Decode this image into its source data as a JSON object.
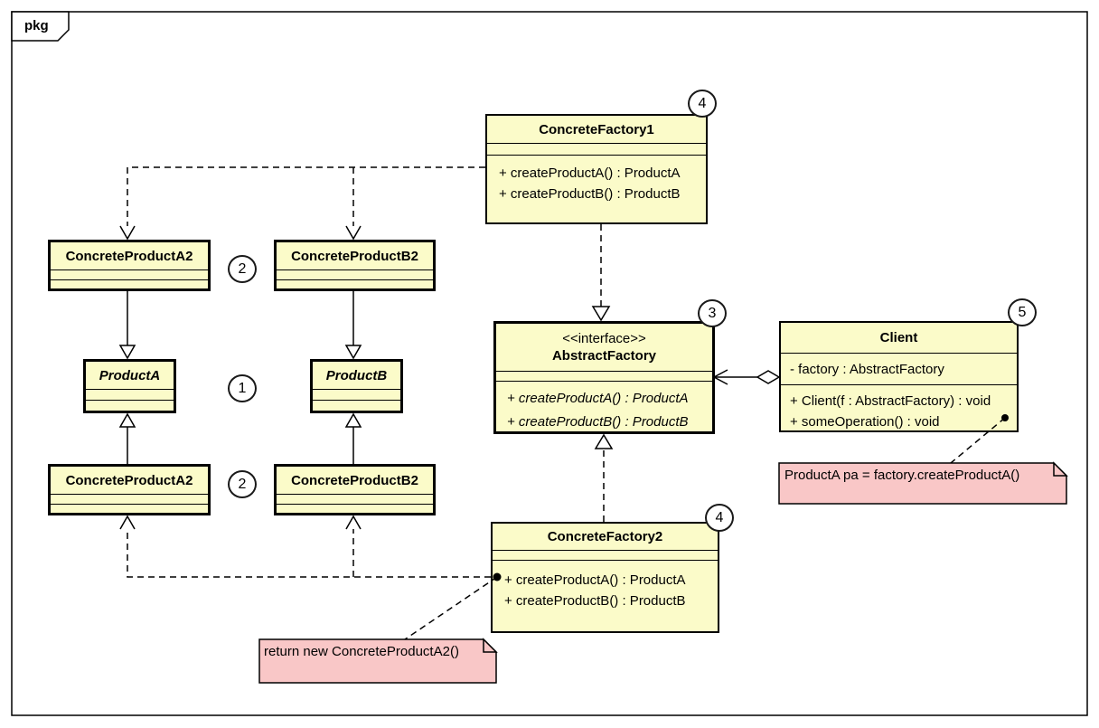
{
  "frame": {
    "tab_label": "pkg"
  },
  "classes": {
    "concrete_factory_1": {
      "name": "ConcreteFactory1",
      "operations": [
        "+ createProductA() : ProductA",
        "+ createProductB() : ProductB"
      ],
      "badge": "4"
    },
    "abstract_factory": {
      "stereotype": "<<interface>>",
      "name": "AbstractFactory",
      "operations": [
        "+ createProductA() : ProductA",
        "+ createProductB() : ProductB"
      ],
      "badge": "3"
    },
    "client": {
      "name": "Client",
      "attributes": [
        "- factory : AbstractFactory"
      ],
      "operations": [
        "+ Client(f : AbstractFactory) : void",
        "+ someOperation() : void"
      ],
      "badge": "5"
    },
    "concrete_factory_2": {
      "name": "ConcreteFactory2",
      "operations": [
        "+ createProductA() : ProductA",
        "+ createProductB() : ProductB"
      ],
      "badge": "4"
    },
    "concrete_product_a2_top": {
      "name": "ConcreteProductA2"
    },
    "concrete_product_b2_top": {
      "name": "ConcreteProductB2"
    },
    "product_a": {
      "name": "ProductA"
    },
    "product_b": {
      "name": "ProductB"
    },
    "concrete_product_a2_bottom": {
      "name": "ConcreteProductA2"
    },
    "concrete_product_b2_bottom": {
      "name": "ConcreteProductB2"
    }
  },
  "markers": {
    "products_top": "2",
    "abstract_products": "1",
    "products_bottom": "2"
  },
  "notes": {
    "client_note": "ProductA pa = factory.createProductA()",
    "factory2_note": "return new ConcreteProductA2()"
  },
  "colors": {
    "class_fill": "#fbfbc9",
    "note_fill": "#f9c7c7",
    "line": "#000000"
  }
}
